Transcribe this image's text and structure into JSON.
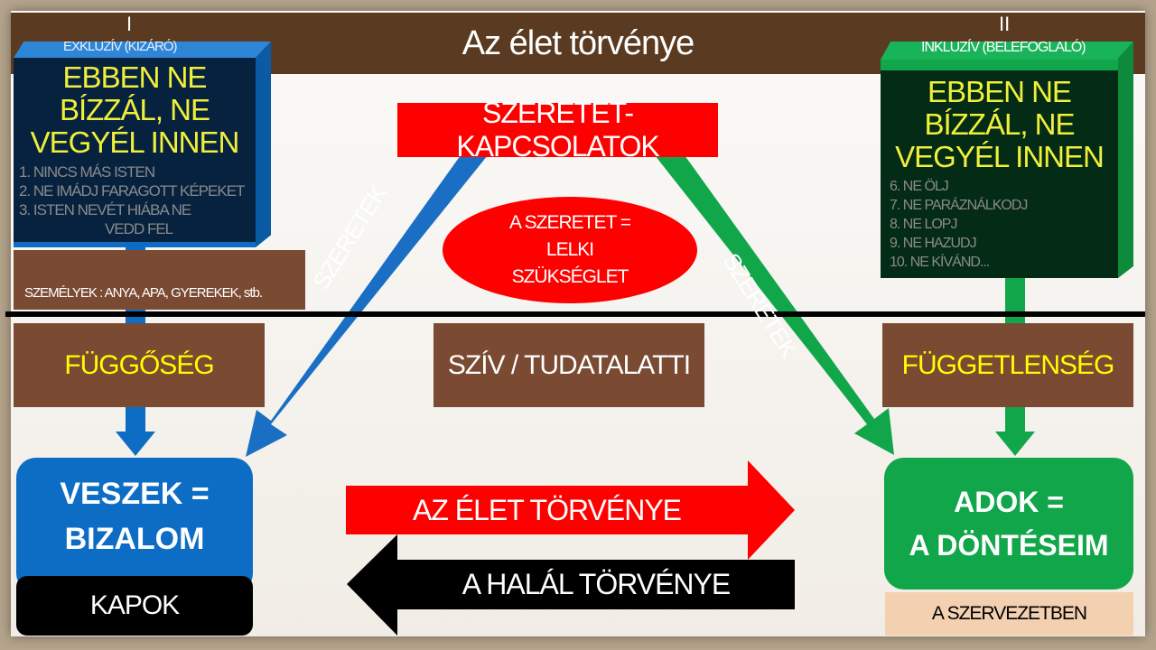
{
  "title": "Az élet törvénye",
  "left": {
    "roman": "I",
    "label": "EXKLUZÍV (KIZÁRÓ)",
    "list": [
      "1. NINCS MÁS ISTEN",
      "2. NE IMÁDJ FARAGOTT KÉPEKET",
      "3. ISTEN NEVÉT HIÁBA NE",
      "VEDD FEL"
    ],
    "overlay": [
      "EBBEN NE",
      "BÍZZÁL, NE",
      "VEGYÉL INNEN"
    ],
    "persons": "SZEMÉLYEK : ANYA, APA, GYEREKEK, stb.",
    "state": "FÜGGŐSÉG",
    "result": [
      "VESZEK =",
      "BIZALOM"
    ],
    "sub": "KAPOK"
  },
  "right": {
    "roman": "II",
    "label": "INKLUZÍV (BELEFOGLALÓ)",
    "list": [
      "6. NE ÖLJ",
      "7. NE PARÁZNÁLKODJ",
      "8. NE LOPJ",
      "9. NE HAZUDJ",
      "10. NE KÍVÁND..."
    ],
    "overlay": [
      "EBBEN NE",
      "BÍZZÁL, NE",
      "VEGYÉL INNEN"
    ],
    "state": "FÜGGETLENSÉG",
    "result": [
      "ADOK =",
      "A DÖNTÉSEIM"
    ],
    "sub": "A SZERVEZETBEN"
  },
  "center": {
    "top": "SZERETET-KAPCSOLATOK",
    "ellipse": [
      "A  SZERETET =",
      "LELKI",
      "SZÜKSÉGLET"
    ],
    "middle": "SZÍV / TUDATALATTI",
    "arrow_left_label": "SZERETEK",
    "arrow_right_label": "SZERETEK",
    "life_law": "AZ ÉLET TÖRVÉNYE",
    "death_law": "A HALÁL TÖRVÉNYE"
  },
  "colors": {
    "blue": "#0d6dc4",
    "green": "#11a64a",
    "red": "#ff0000",
    "brown": "#7a4a32",
    "title": "#5a3b22"
  }
}
